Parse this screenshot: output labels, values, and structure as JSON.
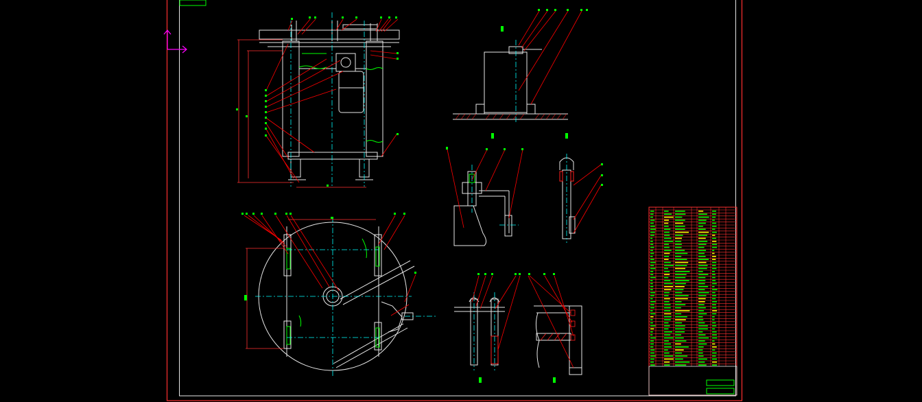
{
  "colors": {
    "background": "#000000",
    "outline": "#ffffff",
    "leader": "#ff0000",
    "label": "#00ff00",
    "center": "#00ffff",
    "ucs": "#ff00ff",
    "hatch": "#ff2020",
    "table_line": "#ff3030",
    "table_text": "#00ff00",
    "table_highlight": "#ffff00"
  },
  "drawing": {
    "type": "cad-assembly-drawing",
    "views": [
      "front-elevation",
      "plan-view",
      "motor-bracket-detail",
      "mount-detail",
      "flange-detail",
      "bolt-detail",
      "wall-section-detail"
    ]
  },
  "ucs_icon": "ucs-axis-icon"
}
